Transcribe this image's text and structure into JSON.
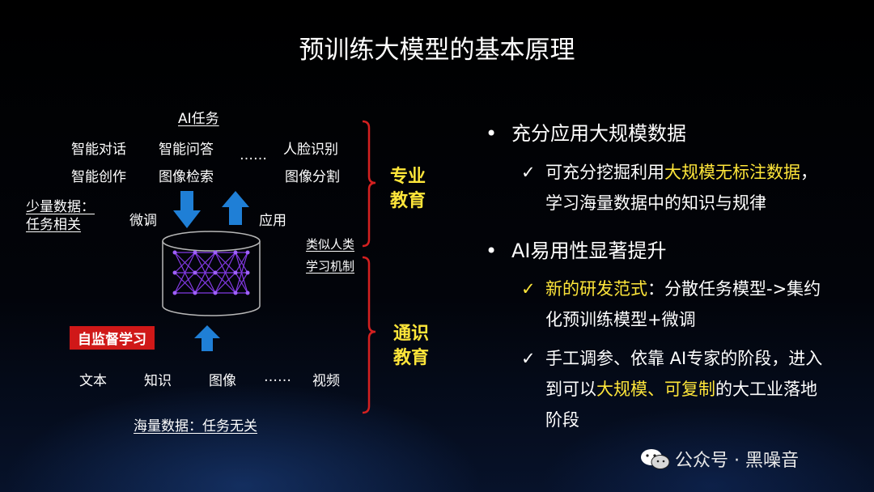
{
  "title": "预训练大模型的基本原理",
  "diagram": {
    "ai_tasks_heading": "AI任务",
    "tasks_row1": [
      "智能对话",
      "智能问答",
      "……",
      "人脸识别"
    ],
    "tasks_row2": [
      "智能创作",
      "图像检索",
      "图像分割"
    ],
    "few_data": [
      "少量数据：",
      "任务相关"
    ],
    "finetune": "微调",
    "apply": "应用",
    "human_like": [
      "类似人类",
      "学习机制"
    ],
    "self_supervised": "自监督学习",
    "inputs": [
      "文本",
      "知识",
      "图像",
      "……",
      "视频"
    ],
    "massive_data": "海量数据：任务无关",
    "professional": [
      "专业",
      "教育"
    ],
    "general": [
      "通识",
      "教育"
    ]
  },
  "bullets": {
    "b1": "充分应用大规模数据",
    "b1_sub1_pre": "可充分挖掘利用",
    "b1_sub1_hl": "大规模无标注数据",
    "b1_sub1_post": "，",
    "b1_sub1_line2": "学习海量数据中的知识与规律",
    "b2": "AI易用性显著提升",
    "b2_sub1_hl": "新的研发范式",
    "b2_sub1_post": "：分散任务模型->集约",
    "b2_sub1_line2": "化预训练模型+微调",
    "b2_sub2_line1": "手工调参、依靠 AI专家的阶段，进入",
    "b2_sub2_pre": "到可以",
    "b2_sub2_hl1": "大规模",
    "b2_sub2_sep": "、",
    "b2_sub2_hl2": "可复制",
    "b2_sub2_post": "的大工业落地",
    "b2_sub2_line3": "阶段"
  },
  "watermark": "公众号 · 黑噪音",
  "colors": {
    "highlight": "#ffe63a",
    "bracket": "#d42020",
    "arrow": "#1f7fd6",
    "network": "#8a3cf0",
    "tag": "#d01818"
  }
}
